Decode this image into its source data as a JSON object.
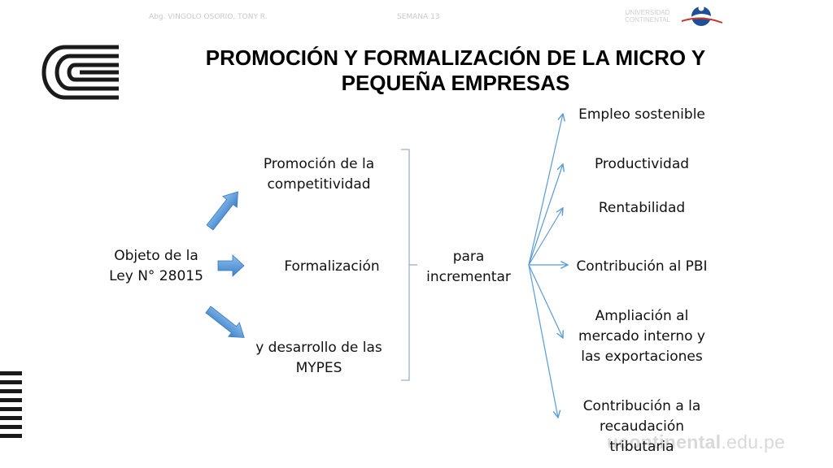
{
  "header": {
    "author": "Abg. VINGOLO OSORIO, TONY R.",
    "week": "SEMANA 13",
    "university_line1": "UNIVERSIDAD",
    "university_line2": "CONTINENTAL"
  },
  "title_line1": "PROMOCIÓN Y FORMALIZACIÓN DE LA MICRO Y",
  "title_line2": "PEQUEÑA EMPRESAS",
  "diagram": {
    "source_line1": "Objeto de la",
    "source_line2": "Ley N° 28015",
    "branches": [
      {
        "line1": "Promoción de la",
        "line2": "competitividad"
      },
      {
        "line1": "Formalización"
      },
      {
        "line1": "y desarrollo de las",
        "line2": "MYPES"
      }
    ],
    "connector_line1": "para",
    "connector_line2": "incrementar",
    "outcomes": [
      {
        "line1": "Empleo sostenible"
      },
      {
        "line1": "Productividad"
      },
      {
        "line1": "Rentabilidad"
      },
      {
        "line1": "Contribución al PBI"
      },
      {
        "line1": "Ampliación al",
        "line2": "mercado interno y",
        "line3": "las exportaciones"
      },
      {
        "line1": "Contribución a la",
        "line2": "recaudación",
        "line3": "tributaria"
      }
    ]
  },
  "footer": {
    "domain_bold": "ucontinental",
    "domain_rest": ".edu.pe"
  },
  "colors": {
    "arrow_blue": "#4f8fd2",
    "line_blue": "#5b9bd5",
    "bracket": "#9ab2cc",
    "logo_dark": "#1a1a1a"
  }
}
